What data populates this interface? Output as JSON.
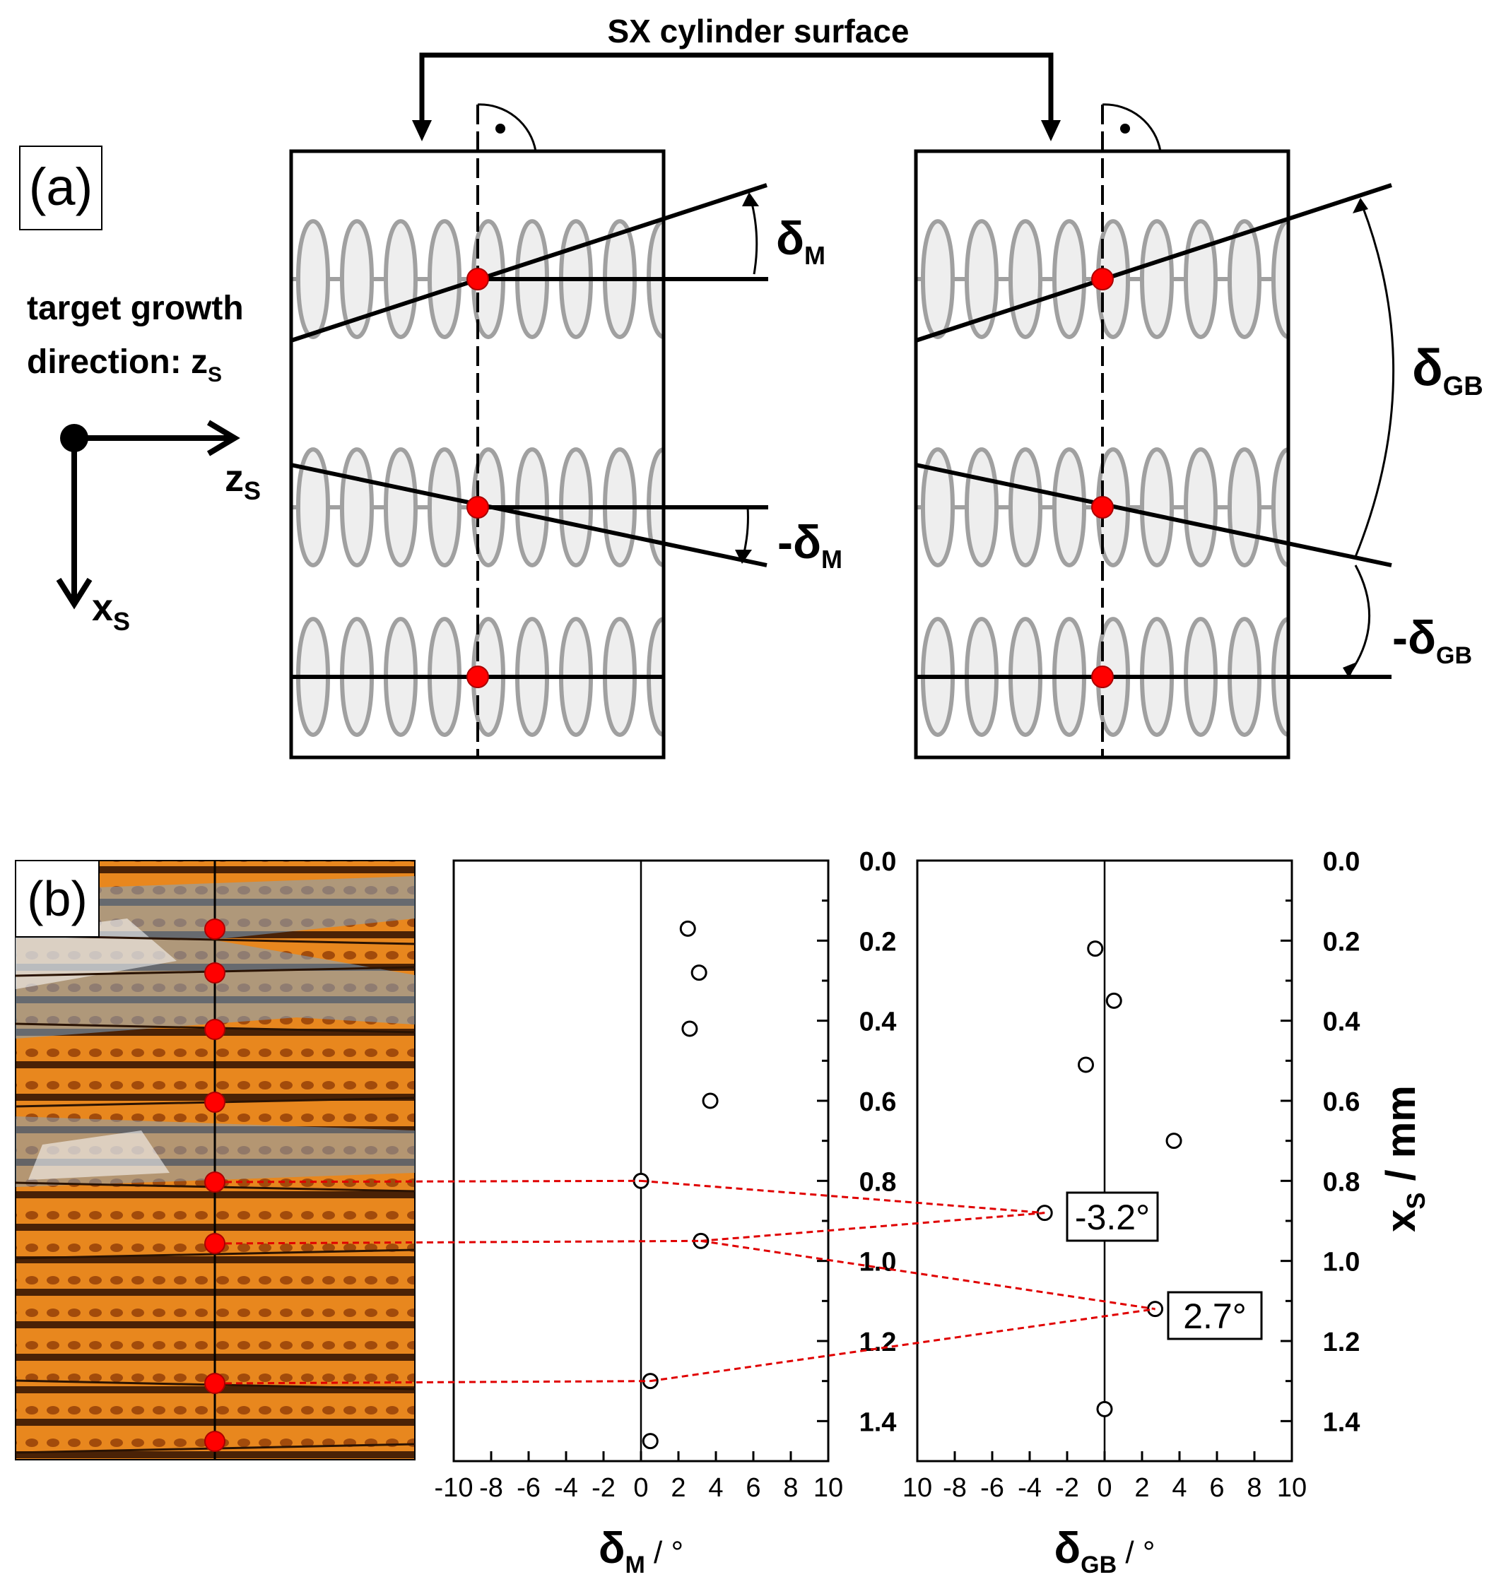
{
  "panel_a": {
    "label": "(a)",
    "top_label": "SX cylinder surface",
    "target_line1": "target growth",
    "target_line2": "direction: z",
    "target_sub": "S",
    "axis_z": "z",
    "axis_z_sub": "S",
    "axis_x": "x",
    "axis_x_sub": "S",
    "delta_symbol": "δ",
    "delta_m_sub": "M",
    "neg_delta_m_prefix": "-δ",
    "delta_gb_sub": "GB",
    "neg_delta_gb_prefix": "-δ",
    "colors": {
      "marker": "#ff0000",
      "dendrite_fill": "#eeeeee",
      "dendrite_stroke": "#a0a0a0"
    }
  },
  "panel_b": {
    "label": "(b)",
    "micrograph_colors": {
      "orange": "#e8871e",
      "dark": "#4a2206",
      "blue": "#7fa6c6"
    },
    "connector_color": "#e00000",
    "annotation_neg": "-3.2°",
    "annotation_pos": "2.7°"
  },
  "chart_data": [
    {
      "type": "scatter",
      "xlabel_symbol": "δ",
      "xlabel_sub": "M",
      "xlabel_unit": " / °",
      "xlim": [
        -10,
        10
      ],
      "ylim": [
        0.0,
        1.5
      ],
      "x_tick_labels": [
        "-10",
        "-8",
        "-6",
        "-4",
        "-2",
        "0",
        "2",
        "4",
        "6",
        "8",
        "10"
      ],
      "points": [
        {
          "x": 2.5,
          "y": 0.17
        },
        {
          "x": 3.1,
          "y": 0.28
        },
        {
          "x": 2.6,
          "y": 0.42
        },
        {
          "x": 3.7,
          "y": 0.6
        },
        {
          "x": 0.0,
          "y": 0.8
        },
        {
          "x": 3.2,
          "y": 0.95
        },
        {
          "x": 0.5,
          "y": 1.3
        },
        {
          "x": 0.5,
          "y": 1.45
        }
      ]
    },
    {
      "type": "scatter",
      "xlabel_symbol": "δ",
      "xlabel_sub": "GB",
      "xlabel_unit": " / °",
      "ylabel_var": "x",
      "ylabel_sub": "S",
      "ylabel_unit": " / mm",
      "xlim": [
        -10,
        10
      ],
      "ylim": [
        0.0,
        1.5
      ],
      "x_tick_labels": [
        "10",
        "-8",
        "-6",
        "-4",
        "-2",
        "0",
        "2",
        "4",
        "6",
        "8",
        "10"
      ],
      "y_tick_labels": [
        "0.0",
        "0.2",
        "0.4",
        "0.6",
        "0.8",
        "1.0",
        "1.2",
        "1.4"
      ],
      "points": [
        {
          "x": -0.5,
          "y": 0.22
        },
        {
          "x": 0.5,
          "y": 0.35
        },
        {
          "x": -1.0,
          "y": 0.51
        },
        {
          "x": 3.7,
          "y": 0.7
        },
        {
          "x": -3.2,
          "y": 0.88
        },
        {
          "x": 2.7,
          "y": 1.12
        },
        {
          "x": 0.0,
          "y": 1.37
        }
      ]
    }
  ]
}
